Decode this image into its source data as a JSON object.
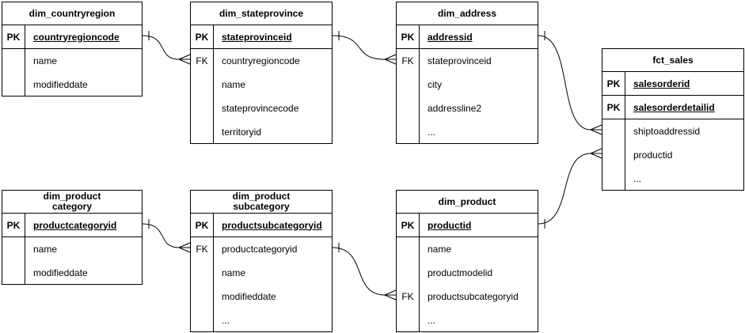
{
  "colors": {
    "background": "#ffffff",
    "table_border": "#000000",
    "text": "#000000",
    "connector": "#000000"
  },
  "diagram": {
    "tables": [
      {
        "id": "dim_countryregion",
        "title_lines": [
          "dim_countryregion"
        ],
        "rows": [
          {
            "key": "PK",
            "name": "countryregioncode",
            "is_pk": true
          },
          {
            "key": "",
            "name": "name",
            "is_pk": false
          },
          {
            "key": "",
            "name": "modifieddate",
            "is_pk": false
          }
        ]
      },
      {
        "id": "dim_stateprovince",
        "title_lines": [
          "dim_stateprovince"
        ],
        "rows": [
          {
            "key": "PK",
            "name": "stateprovinceid",
            "is_pk": true
          },
          {
            "key": "FK",
            "name": "countryregioncode",
            "is_pk": false
          },
          {
            "key": "",
            "name": "name",
            "is_pk": false
          },
          {
            "key": "",
            "name": "stateprovincecode",
            "is_pk": false
          },
          {
            "key": "",
            "name": "territoryid",
            "is_pk": false
          }
        ]
      },
      {
        "id": "dim_address",
        "title_lines": [
          "dim_address"
        ],
        "rows": [
          {
            "key": "PK",
            "name": "addressid",
            "is_pk": true
          },
          {
            "key": "FK",
            "name": "stateprovinceid",
            "is_pk": false
          },
          {
            "key": "",
            "name": "city",
            "is_pk": false
          },
          {
            "key": "",
            "name": "addressline2",
            "is_pk": false
          },
          {
            "key": "",
            "name": "...",
            "is_pk": false
          }
        ]
      },
      {
        "id": "fct_sales",
        "title_lines": [
          "fct_sales"
        ],
        "rows": [
          {
            "key": "PK",
            "name": "salesorderid",
            "is_pk": true
          },
          {
            "key": "PK",
            "name": "salesorderdetailid",
            "is_pk": true
          },
          {
            "key": "",
            "name": "shiptoaddressid",
            "is_pk": false
          },
          {
            "key": "",
            "name": "productid",
            "is_pk": false
          },
          {
            "key": "",
            "name": "...",
            "is_pk": false
          }
        ]
      },
      {
        "id": "dim_product_category",
        "title_lines": [
          "dim_product",
          "category"
        ],
        "rows": [
          {
            "key": "PK",
            "name": "productcategoryid",
            "is_pk": true
          },
          {
            "key": "",
            "name": "name",
            "is_pk": false
          },
          {
            "key": "",
            "name": "modifieddate",
            "is_pk": false
          }
        ]
      },
      {
        "id": "dim_product_subcategory",
        "title_lines": [
          "dim_product",
          "subcategory"
        ],
        "rows": [
          {
            "key": "PK",
            "name": "productsubcategoryid",
            "is_pk": true
          },
          {
            "key": "FK",
            "name": "productcategoryid",
            "is_pk": false
          },
          {
            "key": "",
            "name": "name",
            "is_pk": false
          },
          {
            "key": "",
            "name": "modifieddate",
            "is_pk": false
          },
          {
            "key": "",
            "name": "...",
            "is_pk": false
          }
        ]
      },
      {
        "id": "dim_product",
        "title_lines": [
          "dim_product"
        ],
        "rows": [
          {
            "key": "PK",
            "name": "productid",
            "is_pk": true
          },
          {
            "key": "",
            "name": "name",
            "is_pk": false
          },
          {
            "key": "",
            "name": "productmodelid",
            "is_pk": false
          },
          {
            "key": "FK",
            "name": "productsubcategoryid",
            "is_pk": false
          },
          {
            "key": "",
            "name": "...",
            "is_pk": false
          }
        ]
      }
    ],
    "relationships": [
      {
        "id": "rel-countryregion-stateprovince",
        "from_table": "dim_countryregion",
        "from_column": "countryregioncode",
        "to_table": "dim_stateprovince",
        "to_column": "countryregioncode",
        "from_cardinality": "one",
        "to_cardinality": "many"
      },
      {
        "id": "rel-stateprovince-address",
        "from_table": "dim_stateprovince",
        "from_column": "stateprovinceid",
        "to_table": "dim_address",
        "to_column": "stateprovinceid",
        "from_cardinality": "one",
        "to_cardinality": "many"
      },
      {
        "id": "rel-address-fctsales",
        "from_table": "dim_address",
        "from_column": "addressid",
        "to_table": "fct_sales",
        "to_column": "shiptoaddressid",
        "from_cardinality": "one",
        "to_cardinality": "many"
      },
      {
        "id": "rel-product-fctsales",
        "from_table": "dim_product",
        "from_column": "productid",
        "to_table": "fct_sales",
        "to_column": "productid",
        "from_cardinality": "one",
        "to_cardinality": "many"
      },
      {
        "id": "rel-category-subcategory",
        "from_table": "dim_product_category",
        "from_column": "productcategoryid",
        "to_table": "dim_product_subcategory",
        "to_column": "productcategoryid",
        "from_cardinality": "one",
        "to_cardinality": "many"
      },
      {
        "id": "rel-subcategory-product",
        "from_table": "dim_product_subcategory",
        "from_column": "productcategoryid",
        "to_table": "dim_product",
        "to_column": "productsubcategoryid",
        "from_cardinality": "one",
        "to_cardinality": "many"
      }
    ]
  }
}
